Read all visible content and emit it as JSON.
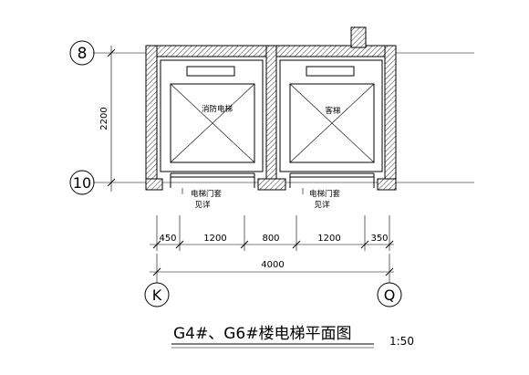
{
  "axes": {
    "horizontal": {
      "top": "8",
      "bottom": "10"
    },
    "vertical": {
      "left": "K",
      "right": "Q"
    }
  },
  "dimensions": {
    "vertical": "2200",
    "segments": [
      "450",
      "1200",
      "800",
      "1200",
      "350"
    ],
    "total": "4000"
  },
  "rooms": {
    "left_label": "消防电梯",
    "right_label": "客梯"
  },
  "door_notes": {
    "left": {
      "line1": "电梯门套",
      "line2": "见详"
    },
    "right": {
      "line1": "电梯门套",
      "line2": "见详"
    }
  },
  "title": "G4#、G6#楼电梯平面图",
  "scale": "1:50",
  "colors": {
    "ink": "#000000",
    "paper": "#ffffff"
  }
}
